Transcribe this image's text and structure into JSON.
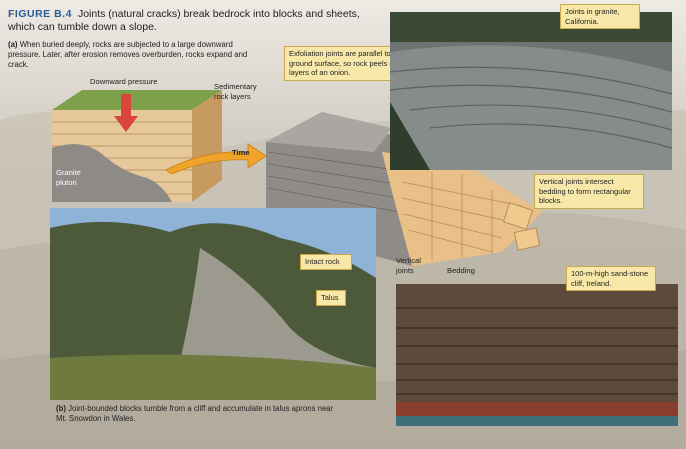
{
  "figure": {
    "number": "FIGURE B.4",
    "caption": "Joints (natural cracks) break bedrock into blocks and sheets, which can tumble down a slope."
  },
  "part_a": {
    "letter": "(a)",
    "text": "When buried deeply, rocks are subjected to a large downward pressure. Later, after erosion removes overburden, rocks expand and crack."
  },
  "part_b": {
    "letter": "(b)",
    "text": "Joint-bounded blocks tumble from a cliff and accumulate in talus aprons near Mt. Snowdon in Wales."
  },
  "labels": {
    "downward_pressure": "Downward pressure",
    "sedimentary_layers": "Sedimentary rock layers",
    "granite_pluton": "Granite pluton",
    "time": "Time",
    "vertical_joints": "Vertical joints",
    "bedding": "Bedding"
  },
  "callouts": {
    "exfoliation": "Exfoliation joints are parallel to the ground surface, so rock peels off like layers of an onion.",
    "granite_california": "Joints in granite, California.",
    "vertical_joints": "Vertical joints intersect bedding to form rectangular blocks.",
    "intact_rock": "Intact rock",
    "talus": "Talus",
    "cliff_ireland": "100-m-high sand-stone cliff, Ireland."
  },
  "colors": {
    "figure_number": "#2a5c9a",
    "callout_fill": "#f7e8a9",
    "time_arrow": "#f0a52a",
    "pressure_arrow": "#d9453a"
  }
}
